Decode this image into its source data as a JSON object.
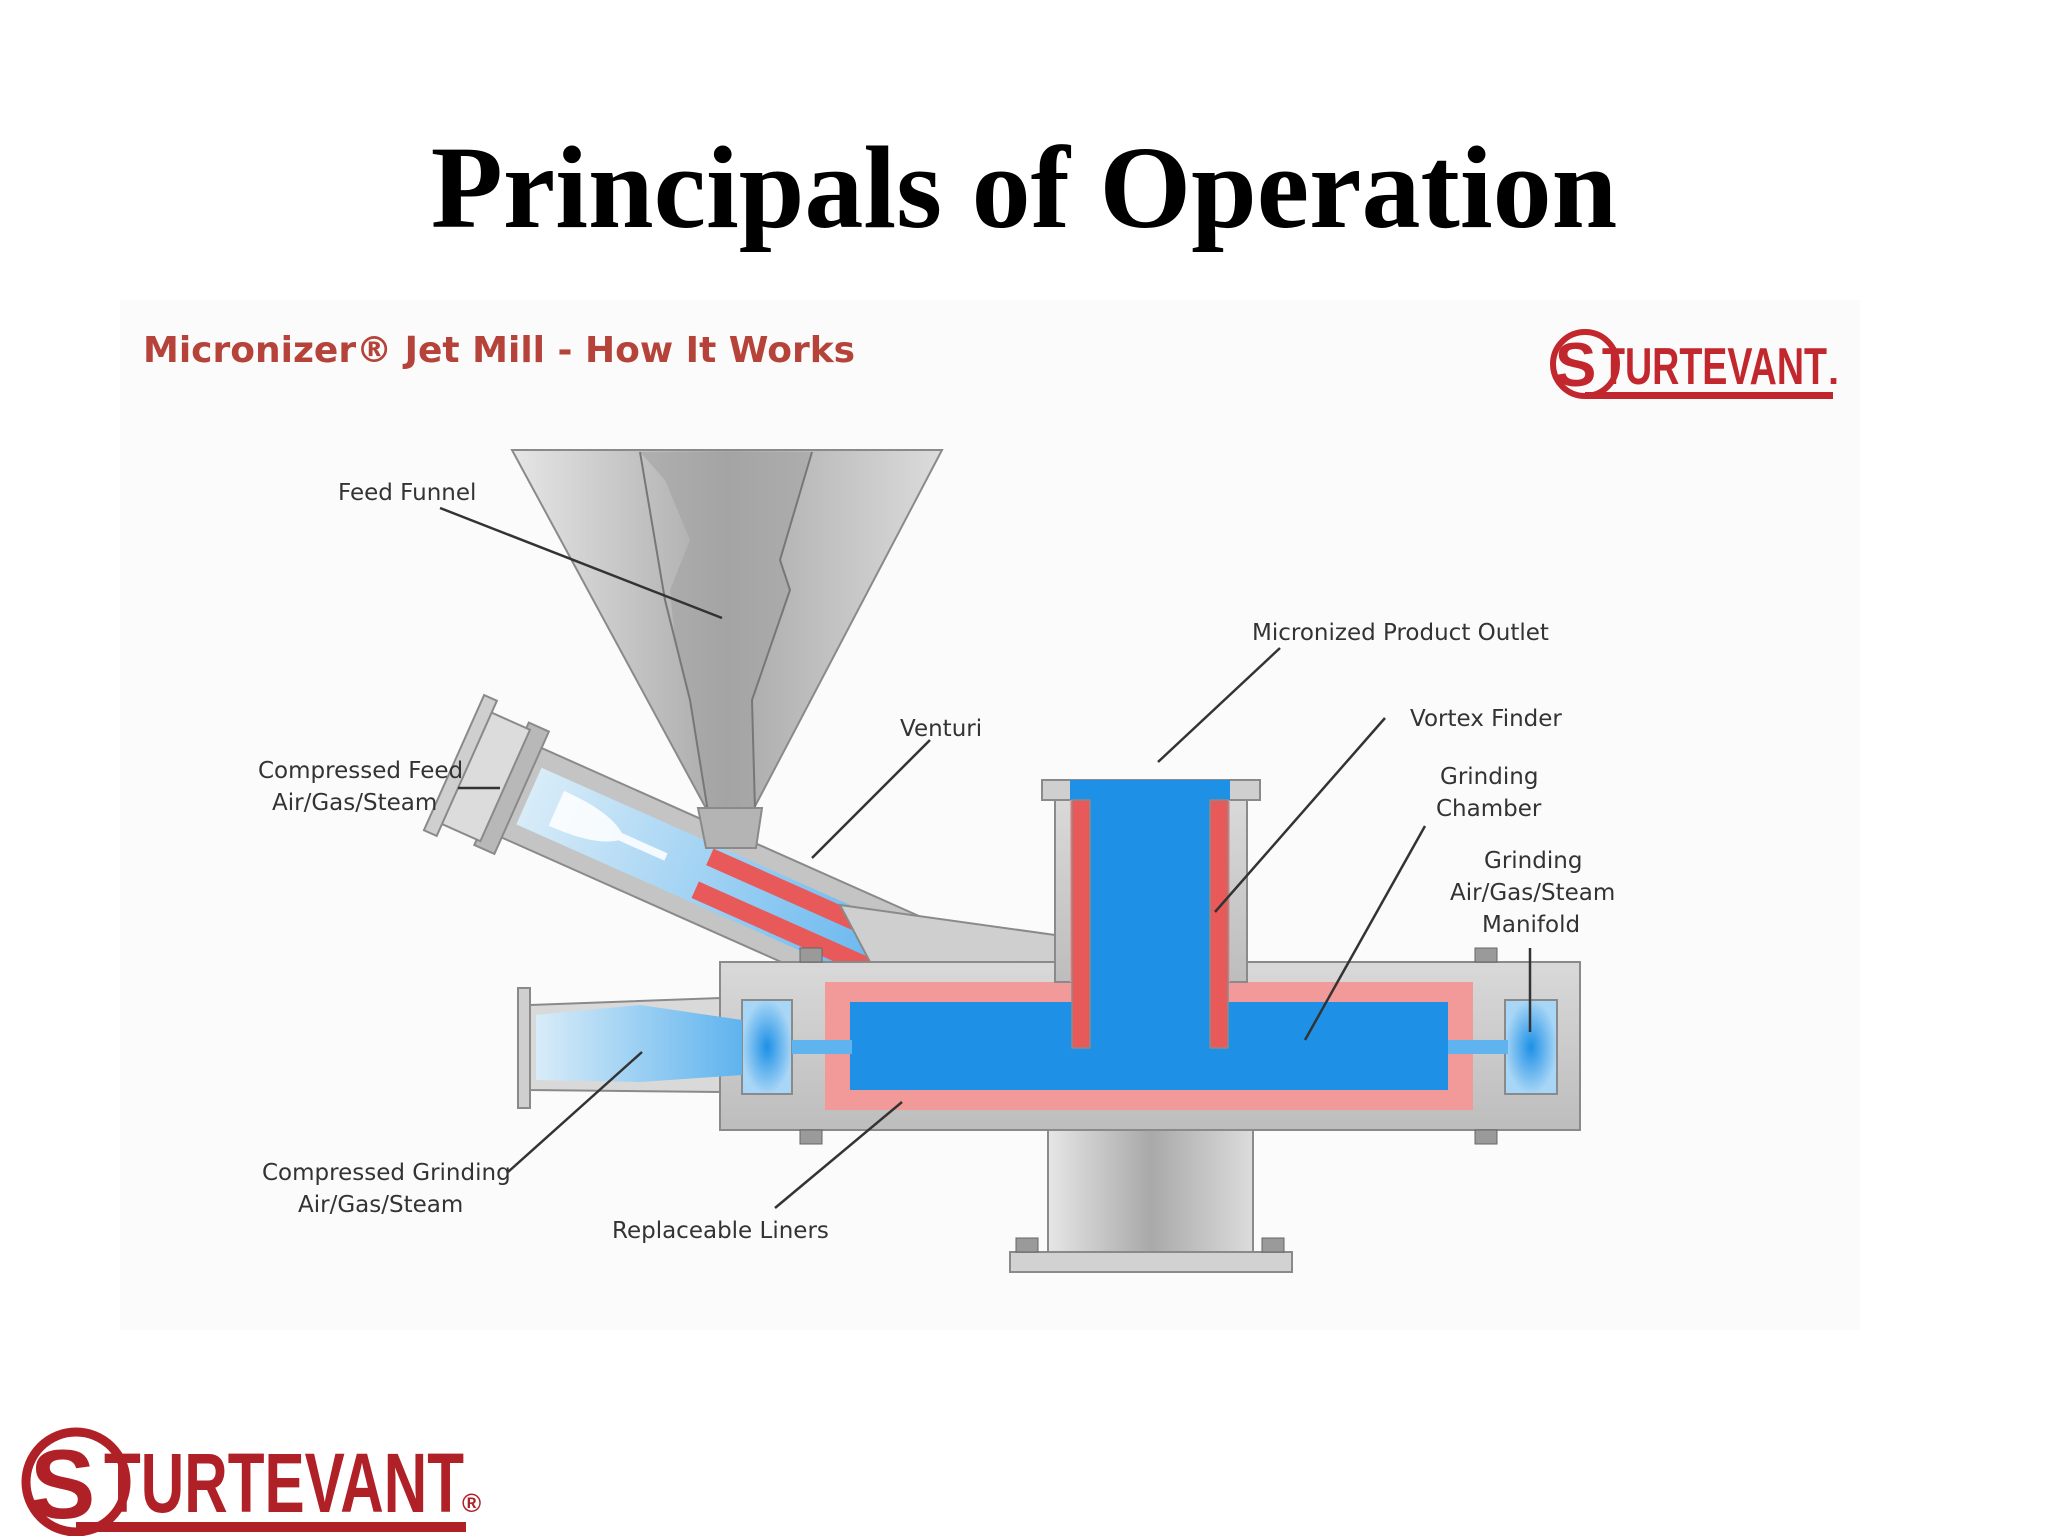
{
  "slide": {
    "title": "Principals of Operation"
  },
  "diagram": {
    "title": "Micronizer® Jet Mill - How It Works",
    "labels": {
      "feed_funnel": "Feed Funnel",
      "compressed_feed_1": "Compressed Feed",
      "compressed_feed_2": "Air/Gas/Steam",
      "venturi": "Venturi",
      "product_outlet": "Micronized Product Outlet",
      "vortex_finder": "Vortex Finder",
      "grinding_chamber_1": "Grinding",
      "grinding_chamber_2": "Chamber",
      "manifold_1": "Grinding",
      "manifold_2": "Air/Gas/Steam",
      "manifold_3": "Manifold",
      "compressed_grinding_1": "Compressed Grinding",
      "compressed_grinding_2": "Air/Gas/Steam",
      "liners": "Replaceable Liners"
    }
  },
  "logo": {
    "brand_first": "S",
    "brand_rest": "TURTEVANT",
    "brand_dot": ".",
    "registered": "®"
  },
  "colors": {
    "brand_red": "#c1272d",
    "metal_gray": "#c8c8c8",
    "flow_blue": "#1e90e6",
    "liner_pink": "#f29a99"
  }
}
